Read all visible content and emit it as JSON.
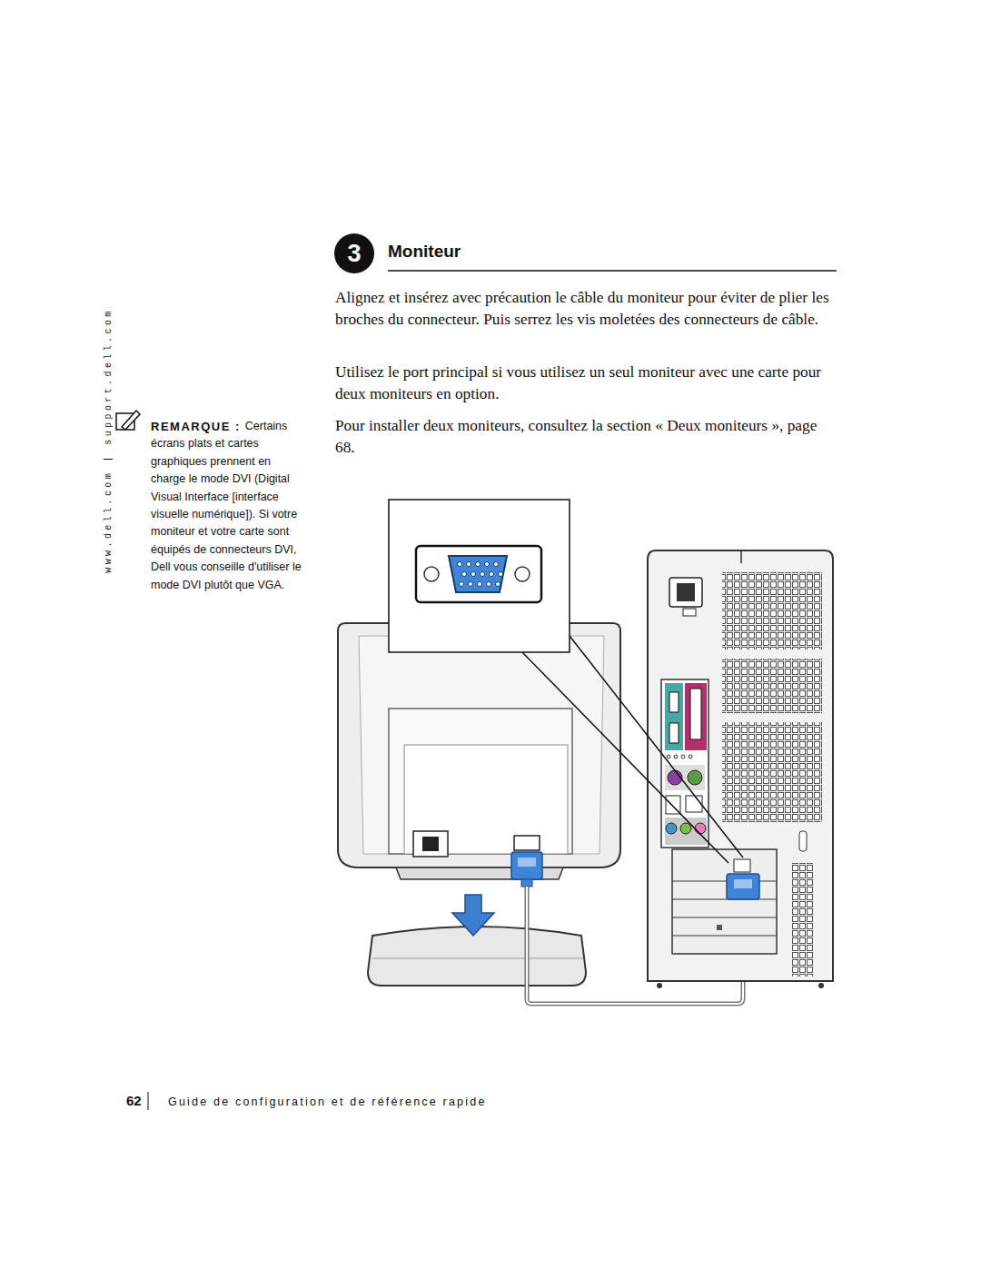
{
  "diagram": {
    "title": "Moniteur",
    "nodes": [
      {
        "text": [
          "3"
        ]
      }
    ],
    "labels": [
      "Alignez et insérez avec précaution le câble du moniteur pour éviter de plier les broches du connecteur. Puis serrez les vis moletées des connecteurs de câble.",
      "Utilisez le port principal si vous utilisez un seul moniteur avec une carte pour deux moniteurs en option.",
      "Pour installer deux moniteurs, consultez la section « Deux moniteurs », page 68.",
      "REMARQUE :",
      "Certains écrans plats et cartes graphiques prennent en charge le mode DVI (Digital Visual Interface [interface visuelle numérique]). Si votre moniteur et votre carte sont équipés de connecteurs DVI, Dell vous conseille d'utiliser le mode DVI plutôt que VGA.",
      "www.dell.com | support.dell.com",
      "62",
      "Guide de configuration et de référence rapide"
    ]
  }
}
